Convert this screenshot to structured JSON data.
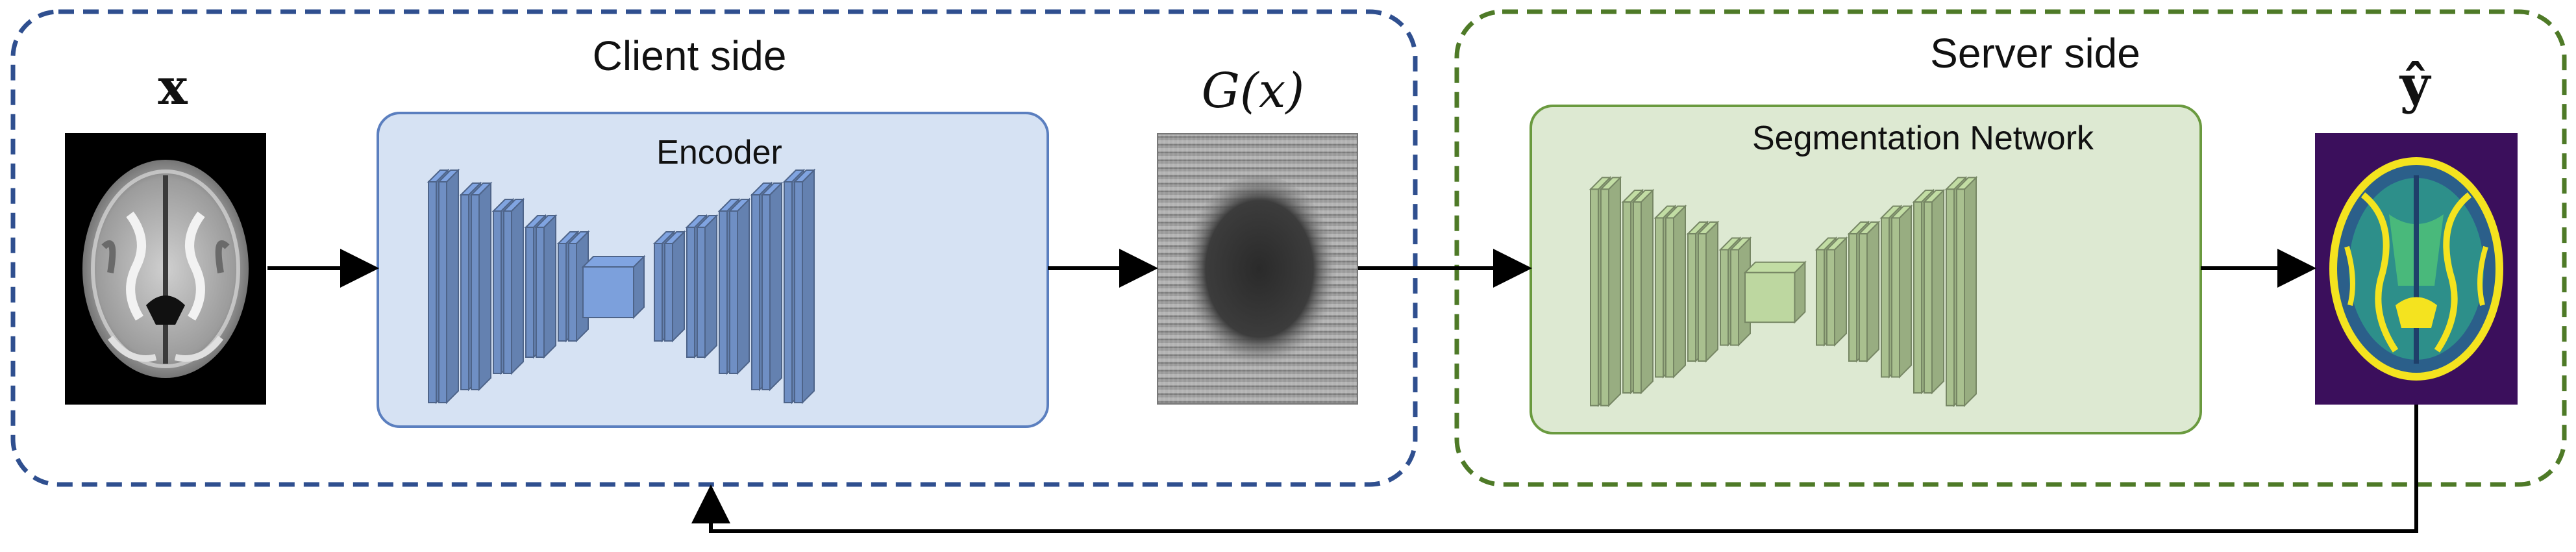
{
  "client": {
    "title": "Client side",
    "border_color": "#2f4f8f",
    "input_label": "x",
    "output_label": "G(x)",
    "encoder": {
      "label": "Encoder",
      "fill": "#d6e2f3",
      "stroke": "#5b7fbf",
      "layer_color": "#6f8fc4"
    }
  },
  "server": {
    "title": "Server side",
    "border_color": "#4e7a27",
    "output_label": "ŷ",
    "segnet": {
      "label": "Segmentation Network",
      "fill": "#dde9d2",
      "stroke": "#6a9a3f",
      "layer_color": "#a9c08f"
    }
  },
  "icons": {
    "input_image": "brain-mri-icon",
    "encoded_image": "noise-encoded-image-icon",
    "output_image": "segmentation-map-icon"
  }
}
